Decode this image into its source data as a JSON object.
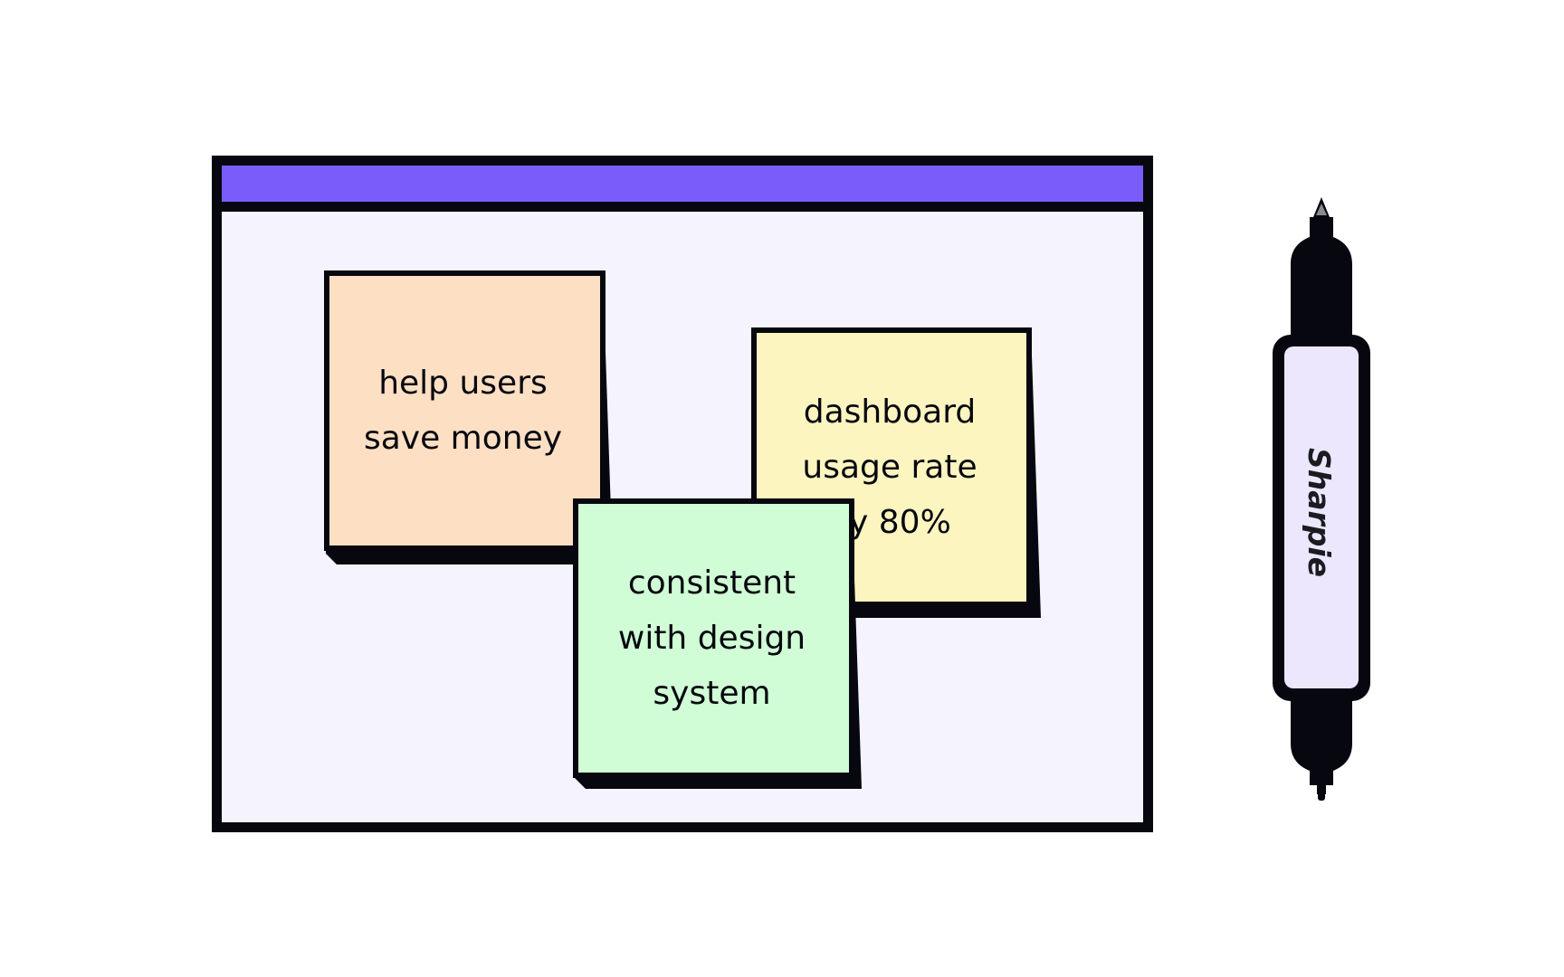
{
  "board": {
    "colors": {
      "frame": "#07080f",
      "header": "#7a5cfa",
      "background": "#f5f3fe"
    }
  },
  "notes": {
    "orange": {
      "text": "help users\nsave  money",
      "color": "#fddfc4"
    },
    "yellow": {
      "text": "dashboard\nusage rate\nby 80%",
      "color": "#fdf5c0"
    },
    "green": {
      "text": "consistent\nwith design\nsystem",
      "color": "#d0fdd6"
    }
  },
  "marker": {
    "label": "Sharpie",
    "icon": "marker-pen-icon",
    "colors": {
      "body": "#07080f",
      "label_bg": "#ece7fd"
    }
  }
}
